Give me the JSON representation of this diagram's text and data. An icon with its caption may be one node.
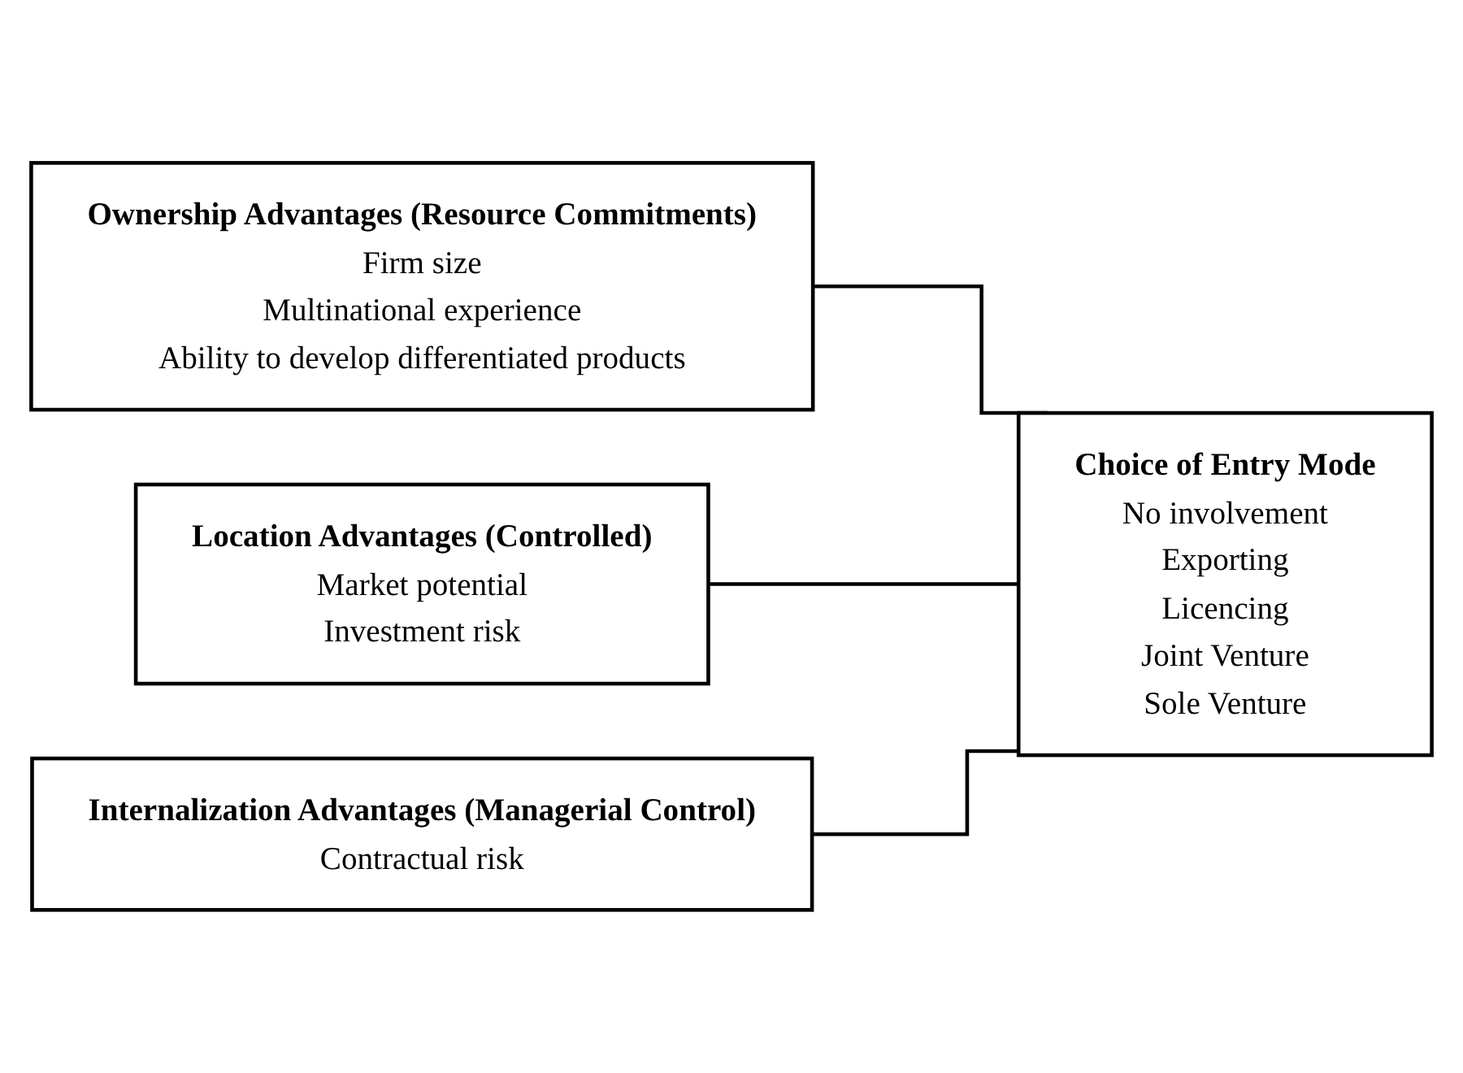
{
  "diagram": {
    "nodes": [
      {
        "text": [
          "Ownership Advantages (Resource Commitments)",
          "Firm size",
          "Multinational experience",
          "Ability to develop differentiated products"
        ]
      },
      {
        "text": [
          "Location Advantages (Controlled)",
          "Market potential",
          "Investment risk"
        ]
      },
      {
        "text": [
          "Internalization Advantages (Managerial Control)",
          "Contractual risk"
        ]
      },
      {
        "text": [
          "Choice of Entry Mode",
          "No involvement",
          "Exporting",
          "Licencing",
          "Joint Venture",
          "Sole Venture"
        ]
      }
    ],
    "edges": [
      {
        "from": 0,
        "to": 3,
        "arrow": "none"
      },
      {
        "from": 1,
        "to": 3,
        "arrow": "none"
      },
      {
        "from": 2,
        "to": 3,
        "arrow": "none"
      }
    ]
  }
}
